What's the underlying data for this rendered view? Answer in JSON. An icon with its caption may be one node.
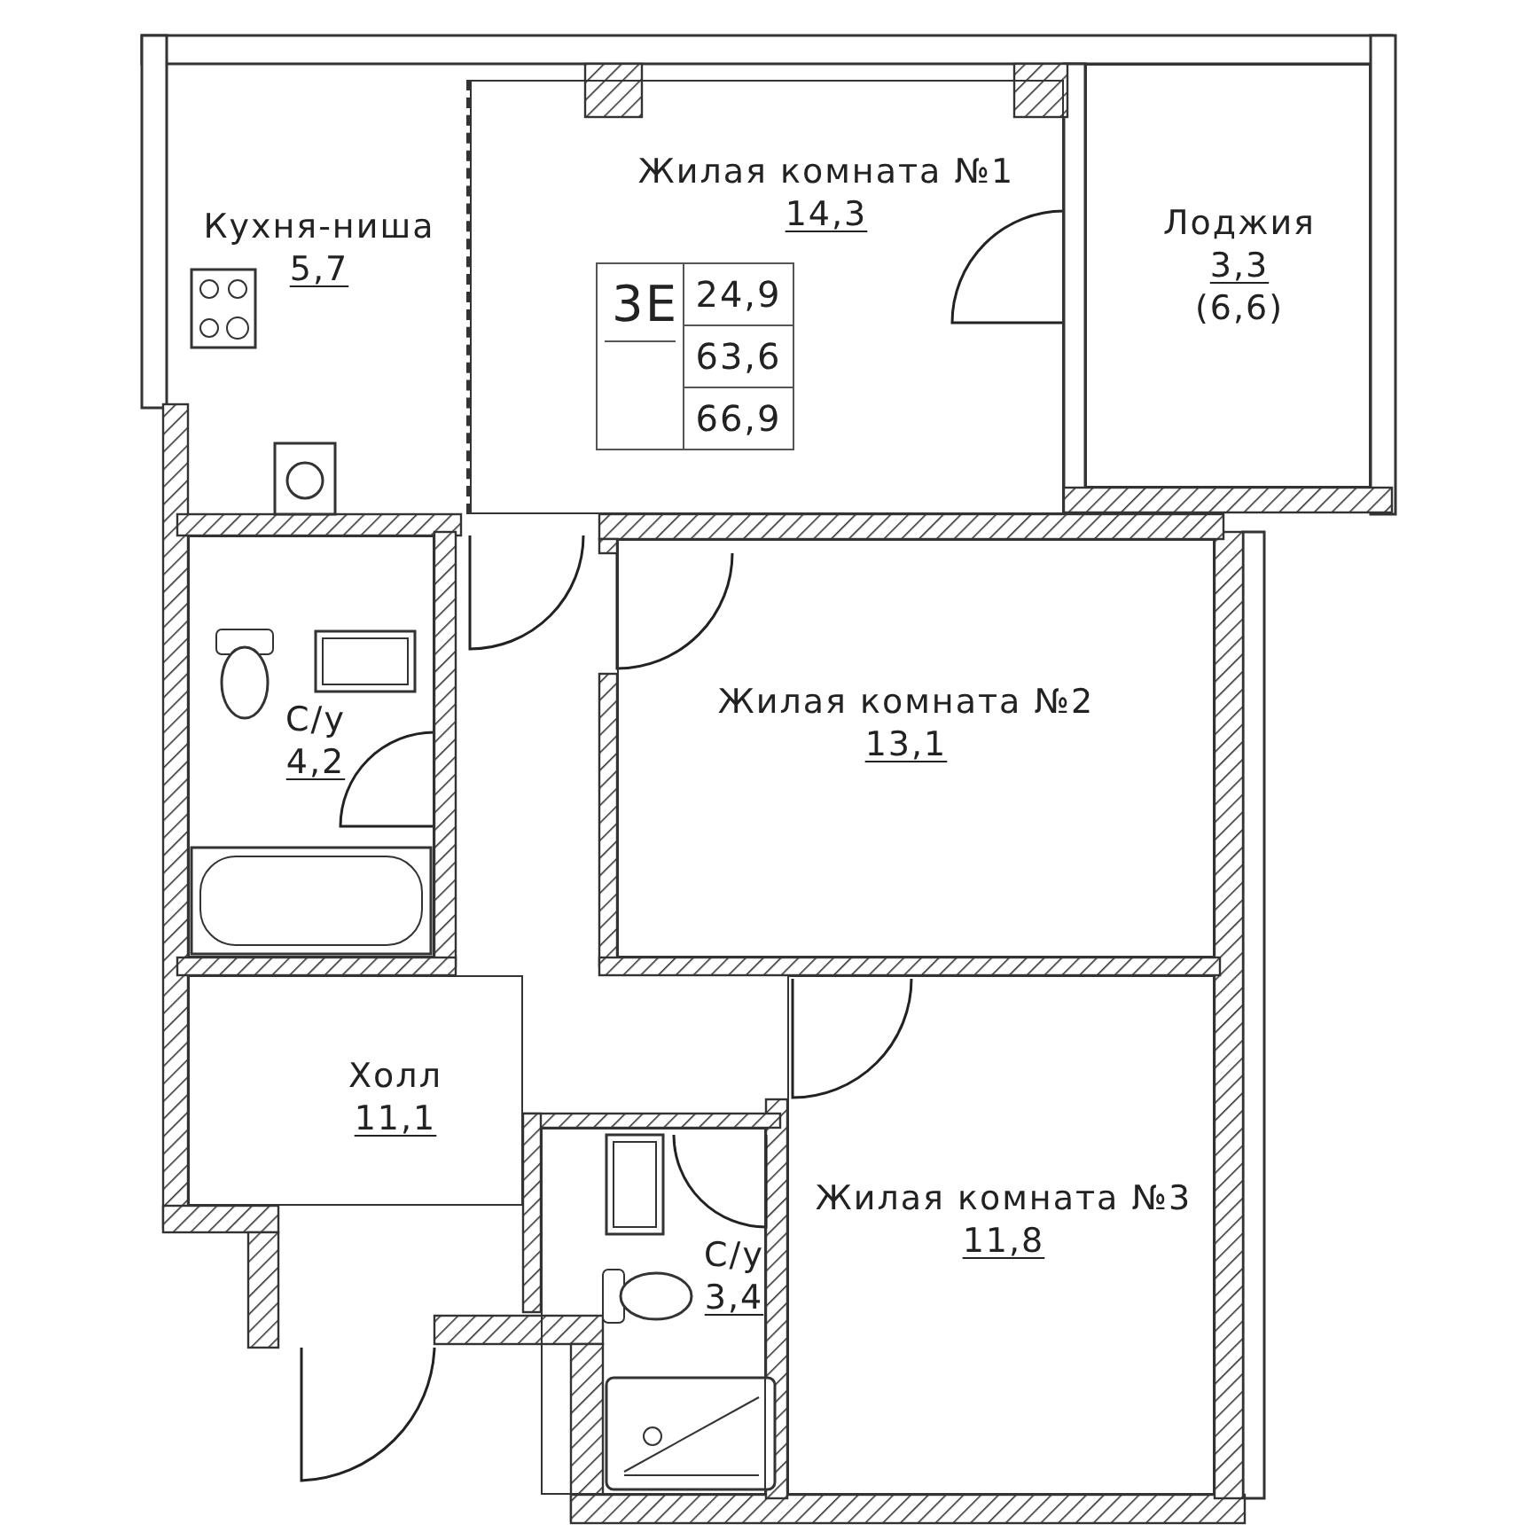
{
  "diagram": {
    "nodes": [
      {
        "text": [
          "Кухня-ниша",
          "5,7"
        ]
      },
      {
        "text": [
          "Жилая комната №1",
          "14,3"
        ]
      },
      {
        "text": [
          "3Е",
          "24,9",
          "63,6",
          "66,9"
        ],
        "in": 1
      },
      {
        "text": [
          "Лоджия",
          "3,3",
          "(6,6)"
        ]
      },
      {
        "text": [
          "С/у",
          "4,2"
        ]
      },
      {
        "text": [
          "Жилая комната №2",
          "13,1"
        ]
      },
      {
        "text": [
          "Холл",
          "11,1"
        ]
      },
      {
        "text": [
          "С/у",
          "3,4"
        ]
      },
      {
        "text": [
          "Жилая комната №3",
          "11,8"
        ]
      }
    ]
  }
}
